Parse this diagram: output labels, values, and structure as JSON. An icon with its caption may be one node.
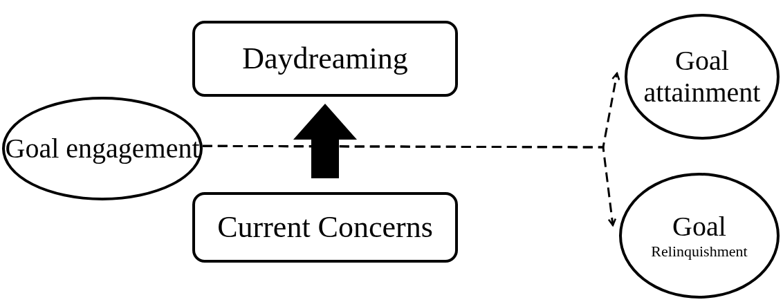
{
  "diagram": {
    "nodes": [
      {
        "text": [
          "Daydreaming"
        ]
      },
      {
        "text": [
          "Goal engagement"
        ]
      },
      {
        "text": [
          "Current Concerns"
        ]
      },
      {
        "text": [
          "Goal attainment"
        ]
      },
      {
        "text": [
          "Goal",
          "Relinquishment"
        ]
      }
    ],
    "edges": [
      {
        "from": 2,
        "to": 0,
        "arrow": "to",
        "style": "thick"
      },
      {
        "from": 1,
        "to": 3,
        "arrow": "to",
        "style": "dashed"
      },
      {
        "from": 1,
        "to": 4,
        "arrow": "to",
        "style": "dashed"
      }
    ]
  }
}
